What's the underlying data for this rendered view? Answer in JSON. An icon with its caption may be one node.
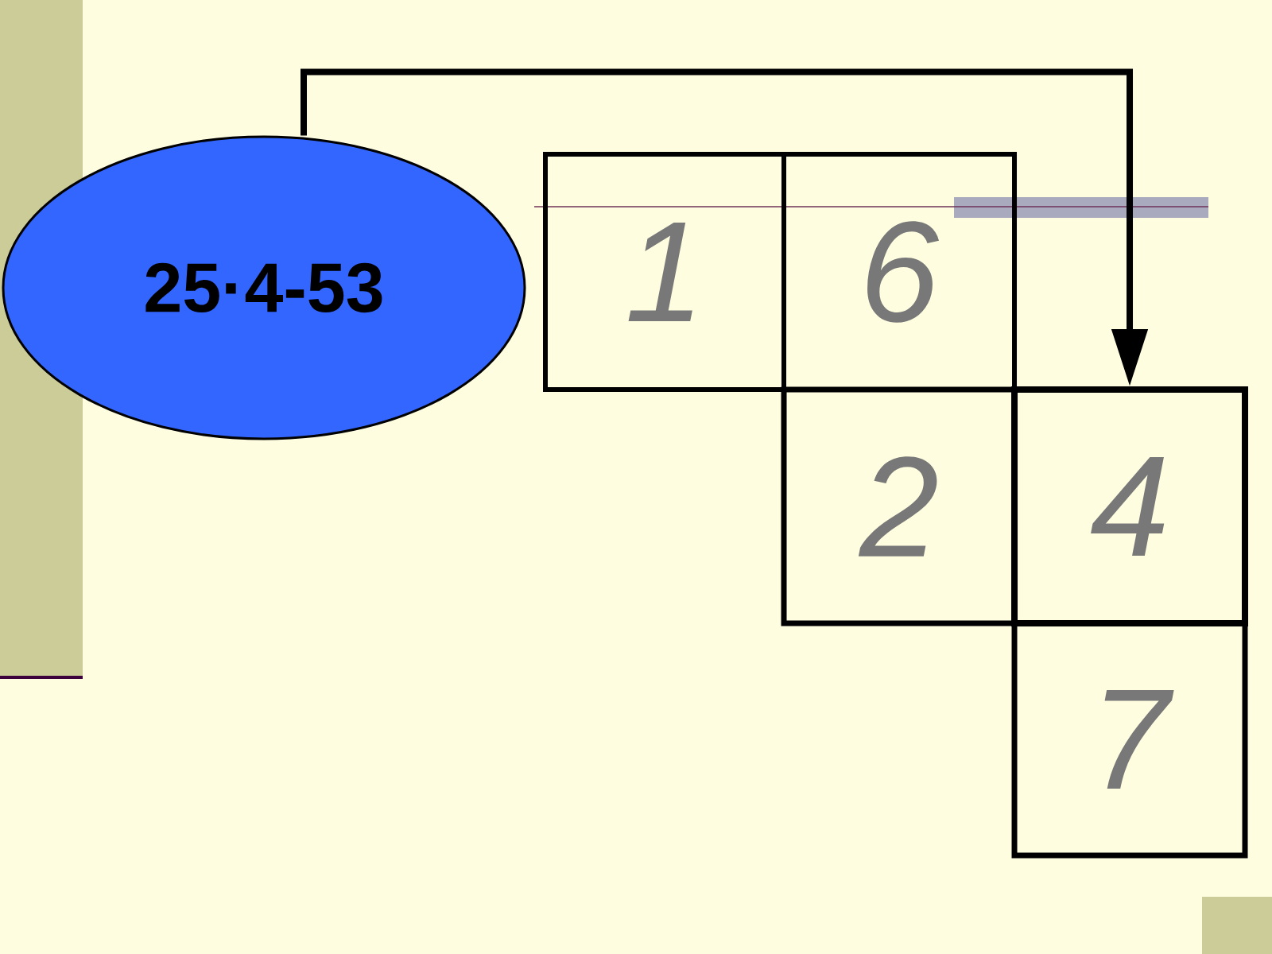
{
  "diagram": {
    "nodes": [
      {
        "text": [
          "25·4-53"
        ]
      },
      {
        "text": [
          "1"
        ]
      },
      {
        "text": [
          "6"
        ]
      },
      {
        "text": [
          "2"
        ]
      },
      {
        "text": [
          "4"
        ]
      },
      {
        "text": [
          "7"
        ]
      }
    ],
    "edges": [
      {
        "from": 0,
        "to": 4,
        "arrow": "to"
      }
    ]
  }
}
